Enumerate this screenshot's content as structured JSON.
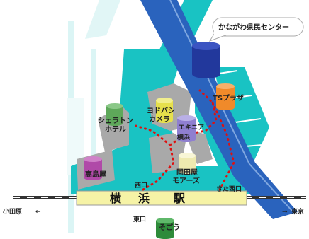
{
  "title_callout": "かながわ県民センター",
  "station": {
    "name_chars": [
      "横",
      "浜",
      "駅"
    ]
  },
  "exits": {
    "west": "西口",
    "east": "東口",
    "kita_west": "きた西口"
  },
  "directions": {
    "left_label": "小田原",
    "left_arrow": "←",
    "right_arrow": "→",
    "right_label": "東京"
  },
  "buildings": {
    "sheraton": [
      "シェラトン",
      "ホテル"
    ],
    "takashimaya": "高島屋",
    "yodobashi": [
      "ヨドバシ",
      "カメラ"
    ],
    "ekinia": [
      "エキニア",
      "横浜"
    ],
    "okadaya": [
      "岡田屋",
      "モアーズ"
    ],
    "ts_plaza": "TSプラザ",
    "sogo": "そごう"
  },
  "colors": {
    "walkway": "#19c3c3",
    "river": "#2a63bd",
    "river_edge": "#7fa7e0",
    "block": "#a9a9a9",
    "route": "#dd1111",
    "station_fill": "#f6f3a6",
    "center_cylinder": "#22389c",
    "ts_cylinder": "#f08a2a",
    "sheraton_cylinder": "#5ea85a",
    "takashimaya_cylinder": "#b04aa8",
    "yodobashi_cylinder": "#e6e04c",
    "ekinia_cylinder": "#8f7fd0",
    "okadaya_cylinder": "#eeeab0",
    "sogo_cylinder": "#2e8b3a"
  }
}
